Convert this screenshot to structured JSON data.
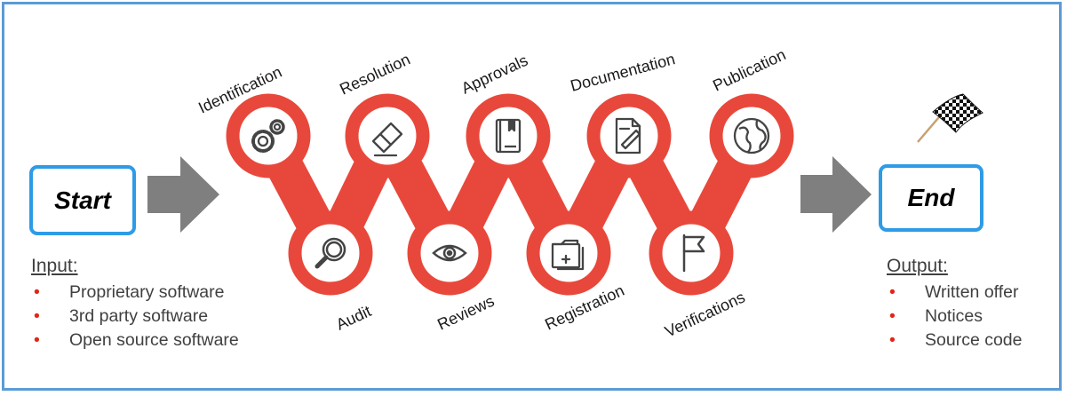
{
  "start_label": "Start",
  "end_label": "End",
  "input": {
    "heading": "Input:",
    "items": [
      "Proprietary software",
      "3rd party software",
      "Open source software"
    ]
  },
  "output": {
    "heading": "Output:",
    "items": [
      "Written offer",
      "Notices",
      "Source code"
    ]
  },
  "steps": {
    "identification": "Identification",
    "audit": "Audit",
    "resolution": "Resolution",
    "reviews": "Reviews",
    "approvals": "Approvals",
    "registration": "Registration",
    "documentation": "Documentation",
    "verifications": "Verifications",
    "publication": "Publication"
  },
  "colors": {
    "frame": "#5b9bd5",
    "terminal_border": "#2e9be6",
    "node_red": "#e8483b",
    "arrow_gray": "#7f7f7f",
    "bullet_red": "#e0251b"
  },
  "icons": {
    "identification": "gears-icon",
    "audit": "magnifier-icon",
    "resolution": "eraser-icon",
    "reviews": "eye-icon",
    "approvals": "book-icon",
    "registration": "folder-add-icon",
    "documentation": "document-edit-icon",
    "verifications": "flag-icon",
    "publication": "globe-icon",
    "finish": "checkered-flag-icon"
  }
}
